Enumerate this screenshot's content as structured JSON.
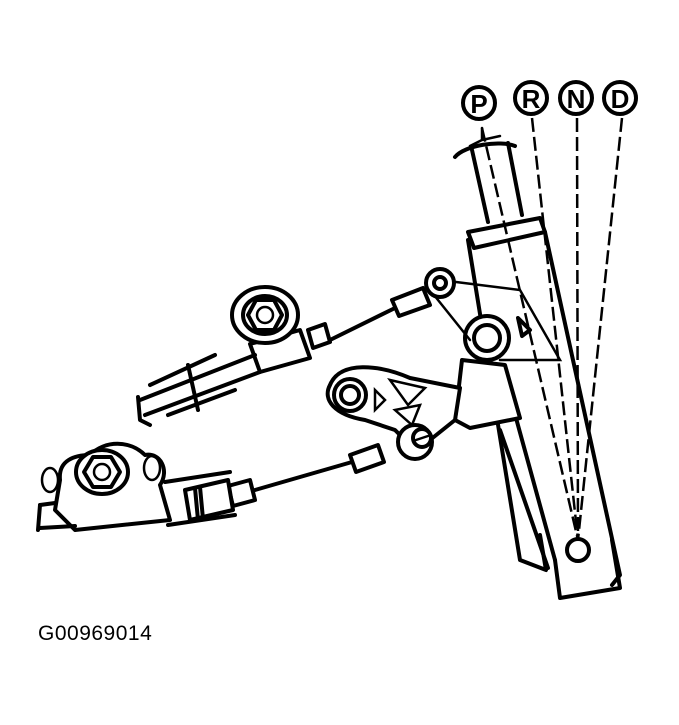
{
  "figure": {
    "id_label": "G00969014",
    "background": "#ffffff",
    "line_color": "#000000"
  },
  "diagram": {
    "subject": "shift lever and cable linkage",
    "positions": [
      {
        "key": "P",
        "label": "P"
      },
      {
        "key": "R",
        "label": "R"
      },
      {
        "key": "N",
        "label": "N"
      },
      {
        "key": "D",
        "label": "D"
      }
    ],
    "parts": [
      "shift-lever",
      "upper-shift-cable",
      "lower-shift-cable",
      "upper-cable-bracket",
      "lower-cable-bracket",
      "lever-pivot",
      "linkage-plate"
    ]
  }
}
